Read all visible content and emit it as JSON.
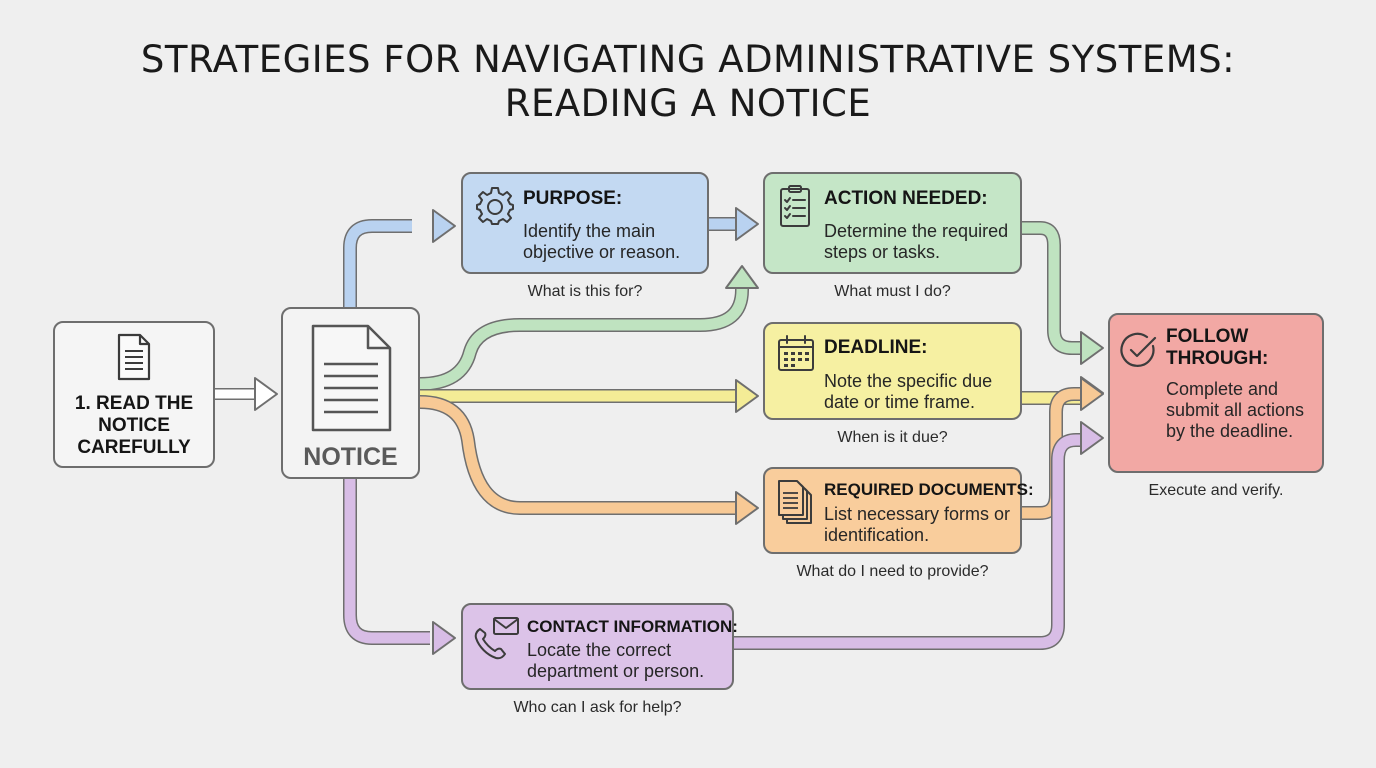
{
  "title": {
    "line1": "STRATEGIES FOR NAVIGATING ADMINISTRATIVE SYSTEMS:",
    "line2": "READING A NOTICE"
  },
  "start": {
    "label": "1. READ THE NOTICE CAREFULLY",
    "icon": "document-icon"
  },
  "notice": {
    "label": "NOTICE",
    "icon": "notice-document-icon"
  },
  "steps": {
    "purpose": {
      "heading": "PURPOSE:",
      "body": "Identify the main objective or reason.",
      "caption": "What is this for?",
      "icon": "gear-icon",
      "fill": "#c3d9f2",
      "arrow": "#b9d2f0"
    },
    "action": {
      "heading": "ACTION NEEDED:",
      "body": "Determine the required steps or tasks.",
      "caption": "What must I do?",
      "icon": "clipboard-checklist-icon",
      "fill": "#c5e6c7",
      "arrow": "#bfe3c0"
    },
    "deadline": {
      "heading": "DEADLINE:",
      "body": "Note the specific due date or time frame.",
      "caption": "When is it due?",
      "icon": "calendar-icon",
      "fill": "#f6f0a2",
      "arrow": "#f4ec96"
    },
    "documents": {
      "heading": "REQUIRED DOCUMENTS:",
      "body": "List necessary forms or identification.",
      "caption": "What do I need to provide?",
      "icon": "stacked-documents-icon",
      "fill": "#f9cd9c",
      "arrow": "#f7c995"
    },
    "contact": {
      "heading": "CONTACT INFORMATION:",
      "body": "Locate the correct department or person.",
      "caption": "Who can I ask for help?",
      "icon": "phone-mail-icon",
      "fill": "#dcc3e8",
      "arrow": "#d8bde6"
    },
    "follow": {
      "heading": "FOLLOW THROUGH:",
      "body": "Complete and submit all actions by the deadline.",
      "caption": "Execute and verify.",
      "icon": "check-circle-icon",
      "fill": "#f2a8a4"
    }
  }
}
